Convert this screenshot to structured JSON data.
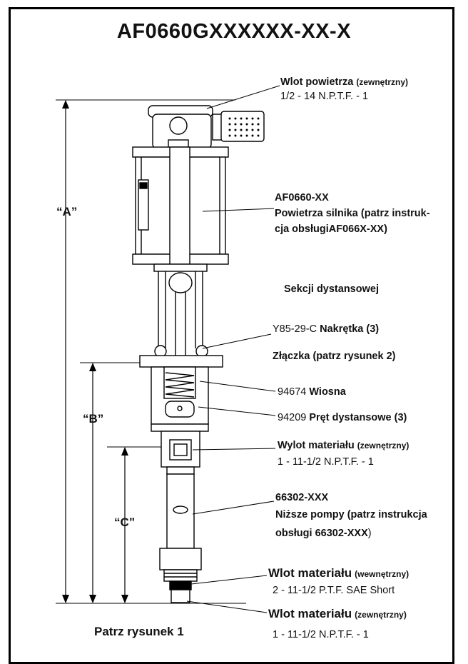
{
  "title": "AF0660GXXXXXX-XX-X",
  "labels": {
    "air_inlet": {
      "name": "Wlot powietrza",
      "qual": "(zewnętrzny)",
      "spec": "1/2 - 14 N.P.T.F. - 1"
    },
    "motor": {
      "part": "AF0660-XX",
      "line1": "Powietrza silnika (patrz instruk-",
      "line2": "cja obsługiAF066X-XX)"
    },
    "spacer": {
      "name": "Sekcji dystansowej"
    },
    "nut": {
      "part": "Y85-29-C",
      "name": "Nakrętka (3)"
    },
    "coupler": {
      "name": "Złączka",
      "ref": "(patrz rysunek 2)"
    },
    "spring": {
      "part": "94674",
      "name": "Wiosna"
    },
    "rod": {
      "part": "94209",
      "name": "Pręt dystansowe (3)"
    },
    "mat_outlet": {
      "name": "Wylot materiału",
      "qual": "(zewnętrzny)",
      "spec": "1 - 11-1/2 N.P.T.F. - 1"
    },
    "lower_pump": {
      "part": "66302-XXX",
      "line1_a": "Niższe pompy",
      "line1_b": "(patrz instrukcja",
      "line2_a": "obsługi 66302-XXX",
      "line2_b": ")"
    },
    "mat_inlet_int": {
      "name": "Wlot materiału",
      "qual": "(wewnętrzny)",
      "spec": "2 - 11-1/2 P.T.F. SAE Short"
    },
    "mat_inlet_ext": {
      "name": "Wlot materiału",
      "qual": "(zewnętrzny)",
      "spec": "1 - 11-1/2 N.P.T.F. - 1"
    }
  },
  "dimensions": {
    "a": "“A”",
    "b": "“B”",
    "c": "“C”"
  },
  "footer": "Patrz rysunek 1"
}
